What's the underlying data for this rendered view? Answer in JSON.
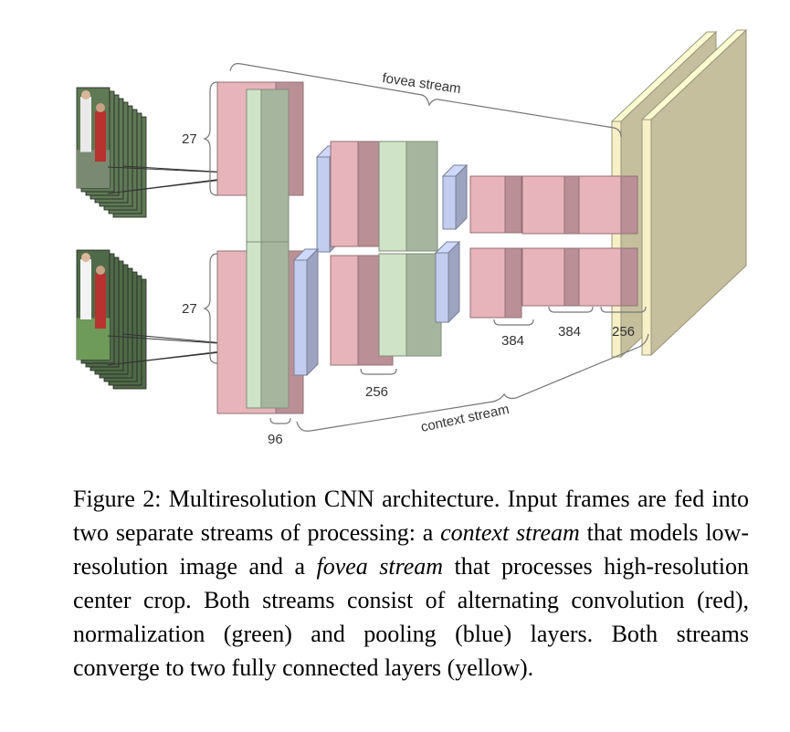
{
  "figure": {
    "labels": {
      "fovea_stream": "fovea stream",
      "context_stream": "context stream",
      "size_27_top": "27",
      "size_27_bottom": "27",
      "size_96": "96",
      "size_256_bottom": "256",
      "size_384_a": "384",
      "size_384_b": "384",
      "size_256_right": "256"
    },
    "colors": {
      "convolution": "#e8b4bc",
      "normalization": "#cfe3c6",
      "pooling": "#c3cdf0",
      "fully_connected": "#f7efc6"
    }
  },
  "caption": {
    "figure_label": "Figure 2:",
    "part1": " Multiresolution CNN architecture. Input frames are fed into two separate streams of processing: a ",
    "context_term": "context stream",
    "part2": " that models low-resolution image and a ",
    "fovea_term": "fovea stream",
    "part3": " that processes high-resolution center crop. Both streams consist of alternating convolution (red), normalization (green) and pooling (blue) layers. Both streams converge to two fully connected layers (yellow)."
  }
}
